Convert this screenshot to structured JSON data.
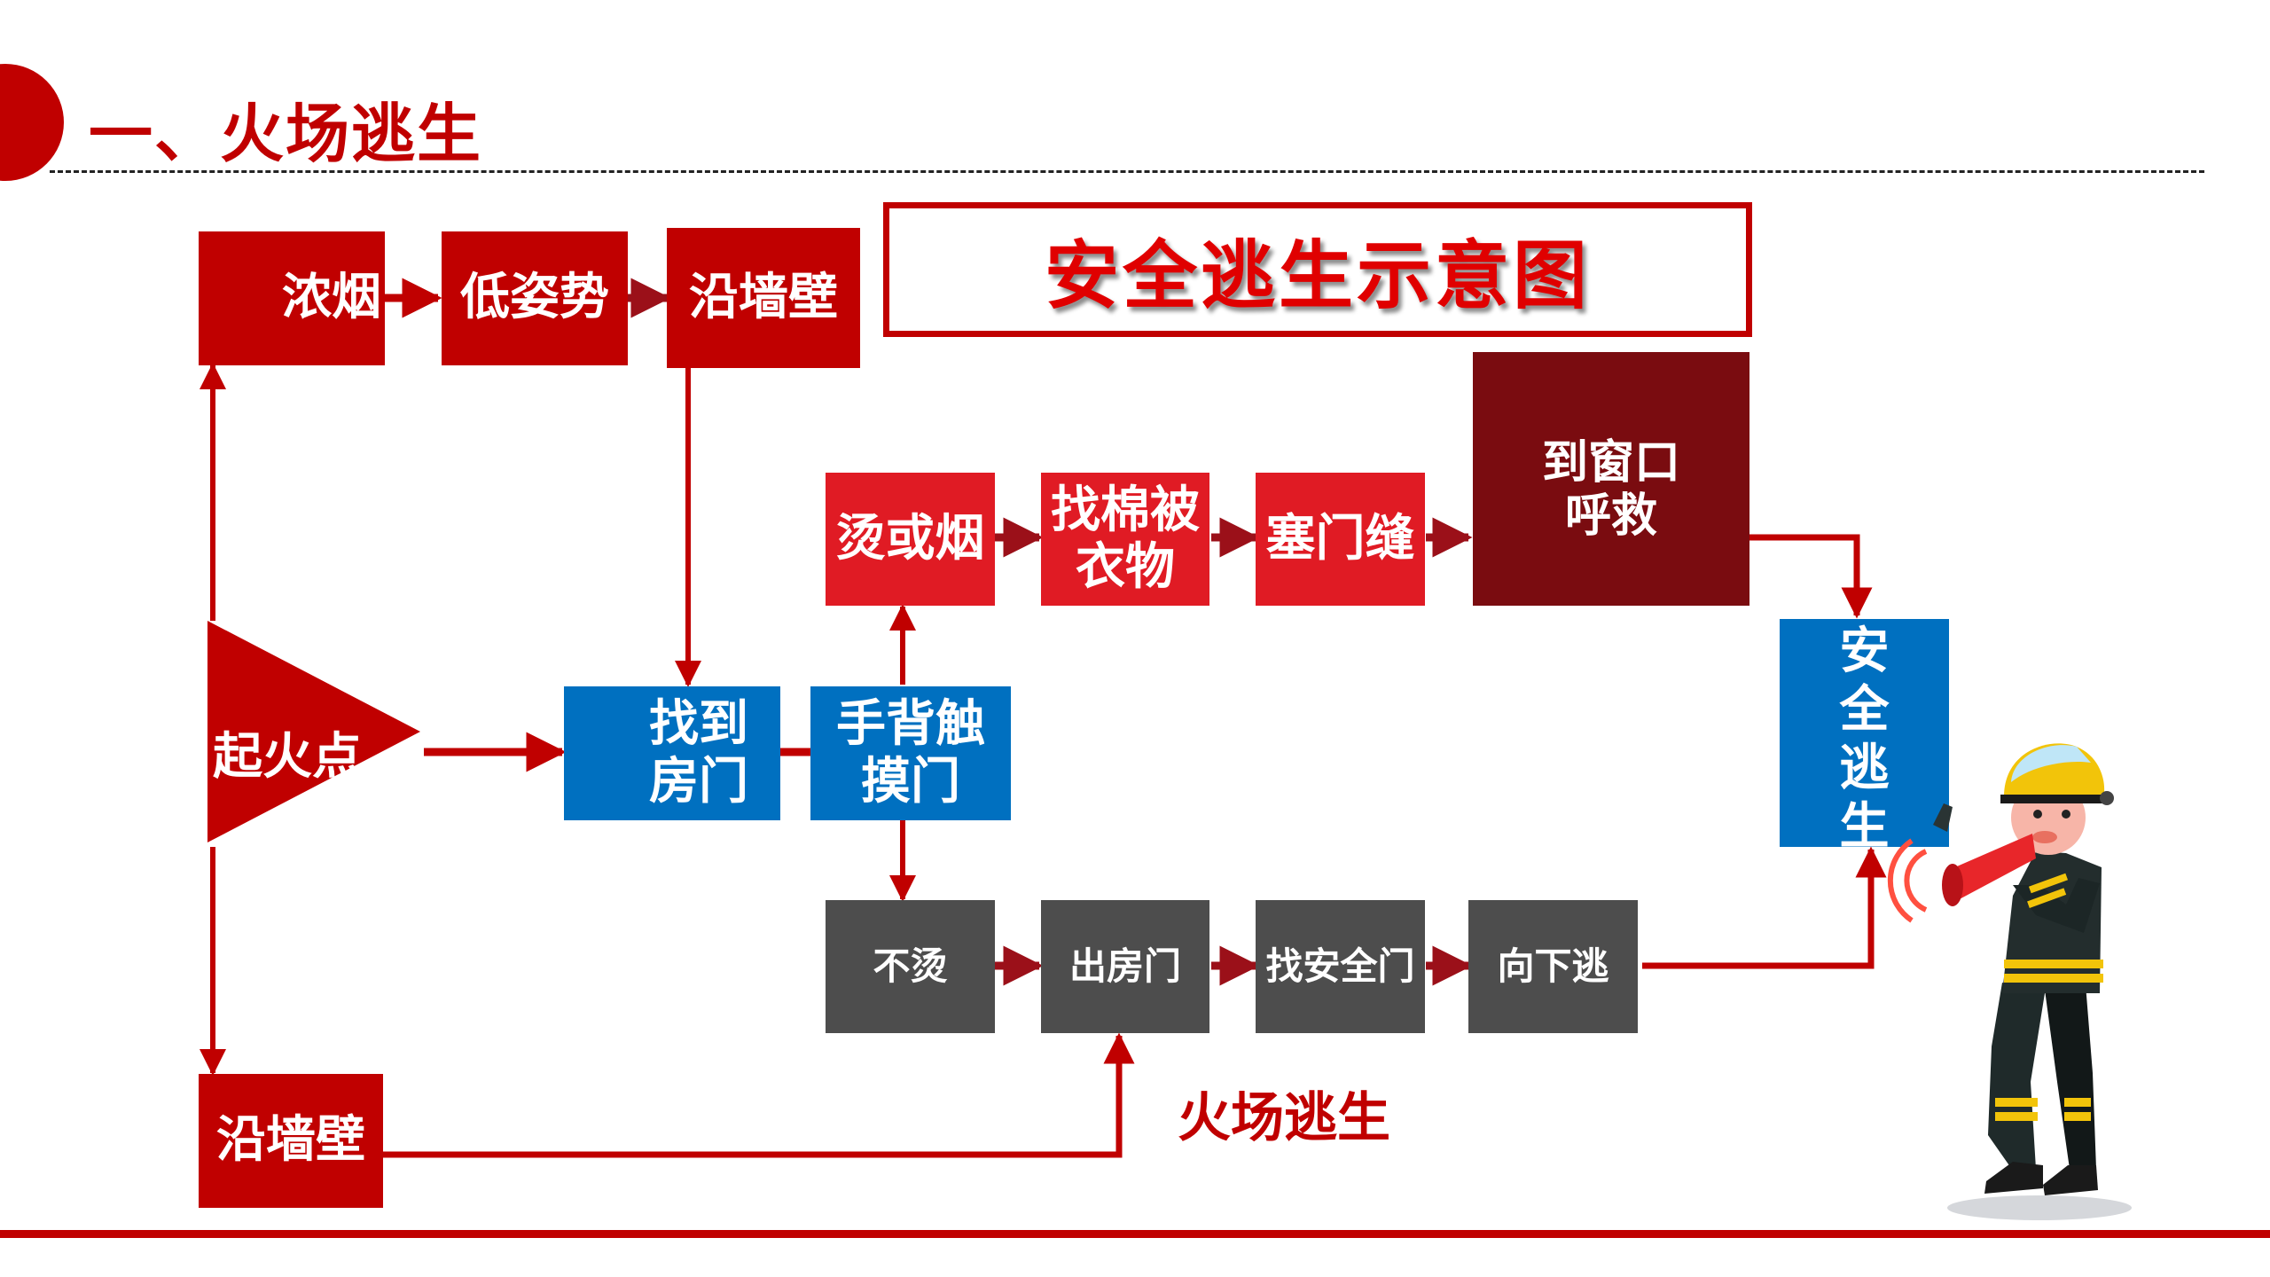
{
  "header": {
    "title": "一、火场逃生"
  },
  "diagram": {
    "title": "安全逃生示意图",
    "caption": "火场逃生",
    "start": "起火点",
    "nodes": {
      "dense_smoke": "浓烟",
      "low_posture": "低姿势",
      "along_wall_top": "沿墙壁",
      "find_door": "找到\n房门",
      "touch_door": "手背触\n摸门",
      "hot_or_smoke": "烫或烟",
      "find_bedding": "找棉被\n衣物",
      "seal_door": "塞门缝",
      "window_call": "到窗口\n呼救",
      "safe_escape": "安\n全\n逃\n生",
      "not_hot": "不烫",
      "exit_room": "出房门",
      "find_exit": "找安全门",
      "go_down": "向下逃",
      "along_wall_bottom": "沿墙壁"
    },
    "colors": {
      "red": "#c00000",
      "bright_red": "#e01b24",
      "dark_red": "#7a0c10",
      "blue": "#0070c0",
      "grey": "#4d4d4d"
    }
  },
  "illustration": {
    "subject": "firefighter-with-megaphone"
  }
}
